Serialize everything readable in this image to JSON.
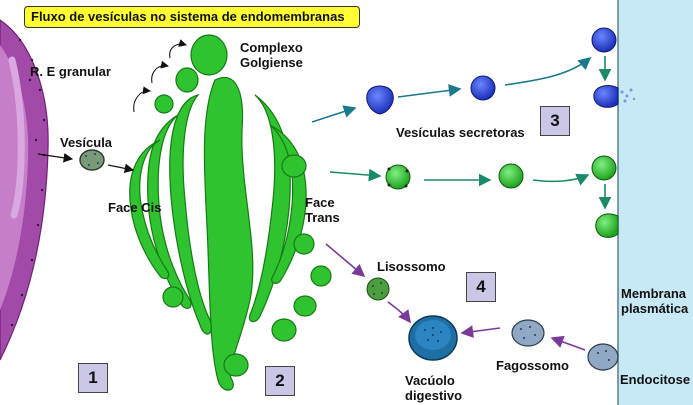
{
  "title": "Fluxo de vesículas no sistema de endomembranas",
  "labels": {
    "re_granular": "R. E  granular",
    "vesicula": "Vesícula",
    "complexo_line1": "Complexo",
    "complexo_line2": "Golgiense",
    "face_cis": "Face Cis",
    "face_trans_line1": "Face",
    "face_trans_line2": "Trans",
    "vesiculas_secretoras": "Vesículas secretoras",
    "lisossomo": "Lisossomo",
    "vacuolo_line1": "Vacúolo",
    "vacuolo_line2": "digestivo",
    "fagossomo": "Fagossomo",
    "membrana_line1": "Membrana",
    "membrana_line2": "plasmática",
    "endocitose": "Endocitose"
  },
  "steps": [
    "1",
    "2",
    "3",
    "4"
  ],
  "colors": {
    "title_bg": "#ffff33",
    "er": "#9b3ea0",
    "golgi": "#2ecc2e",
    "secretory_blue": "#2a3fcf",
    "membrane": "#c6e9f5",
    "lysosome": "#4b9e3f",
    "vacuole": "#1d6fa6",
    "phagosome": "#8fa8c4",
    "number_box": "#c9c6e6",
    "arrow_teal": "#1a7a8c",
    "arrow_purple": "#7a3a9a"
  }
}
